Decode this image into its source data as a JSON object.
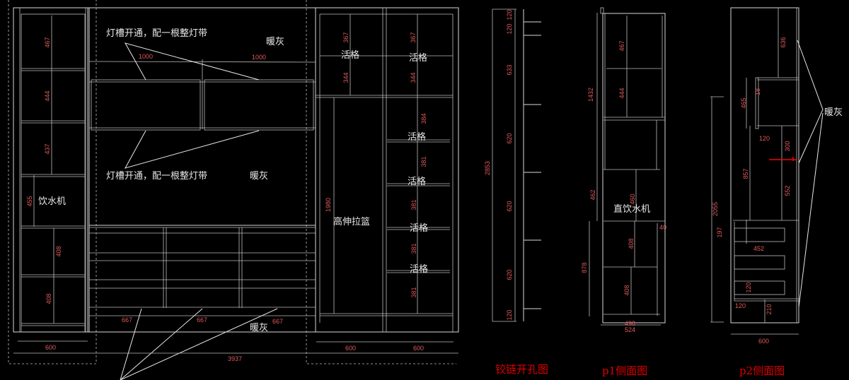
{
  "elevation": {
    "light_note": "灯槽开通，配一根整灯带",
    "color_note": "暖灰",
    "water_dispenser": "饮水机",
    "adjustable_shelf": "活格",
    "pullout_basket": "高伸拉篮",
    "left_dims": [
      "467",
      "444",
      "437",
      "455",
      "408",
      "408"
    ],
    "width_1000": "1000",
    "drawer_width": "667",
    "right_dims_left": [
      "367",
      "344",
      "1980"
    ],
    "right_dims_right": [
      "367",
      "344",
      "384",
      "381",
      "381",
      "381"
    ],
    "bottom_600": "600",
    "total_width": "3937"
  },
  "hinge": {
    "title": "铰链开孔图",
    "total": "2853",
    "dims": [
      "120",
      "120",
      "633",
      "620",
      "620",
      "620",
      "120"
    ]
  },
  "p1": {
    "title": "p1侧面图",
    "label": "直饮水机",
    "dims": [
      "1432",
      "467",
      "444",
      "462",
      "460",
      "878",
      "408",
      "408",
      "40",
      "498",
      "524"
    ]
  },
  "p2": {
    "title": "p2侧面图",
    "color_note": "暖灰",
    "dims": [
      "636",
      "465",
      "18",
      "120",
      "300",
      "857",
      "552",
      "2055",
      "197",
      "452",
      "120",
      "120",
      "210",
      "600"
    ]
  },
  "colors": {
    "line": "#d8d8d8",
    "dimension": "#e05a5a",
    "title": "#e00000",
    "background": "#000000"
  }
}
